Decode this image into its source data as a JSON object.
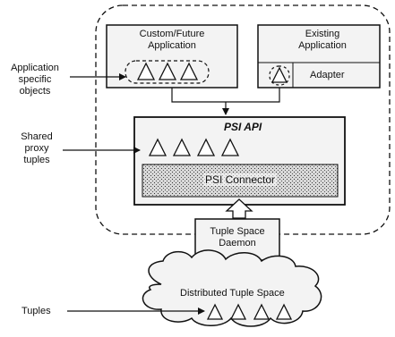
{
  "labels": {
    "custom_app": "Custom/Future Application",
    "existing_app": "Existing Application",
    "adapter": "Adapter",
    "psi_api": "PSI API",
    "psi_connector": "PSI Connector",
    "daemon": "Tuple Space Daemon",
    "tuple_space": "Distributed Tuple Space",
    "side_app_objects": "Application specific objects",
    "side_shared": "Shared proxy tuples",
    "side_tuples": "Tuples"
  },
  "colors": {
    "stroke": "#111111",
    "fill_gray": "#f3f3f3",
    "connector_fill": "#c9c9c9"
  }
}
